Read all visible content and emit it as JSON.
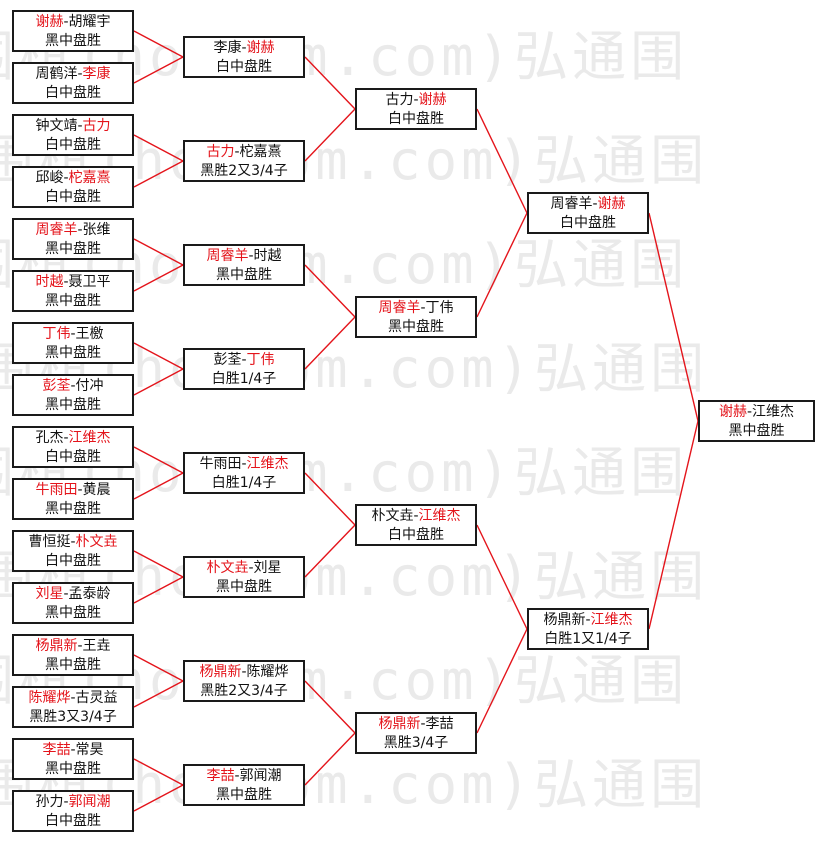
{
  "watermark": "围棋(hoetom.com)弘通围",
  "colors": {
    "winner": "#e4141b",
    "line": "#e4141b",
    "border": "#1a1a1a"
  },
  "rounds": [
    [
      {
        "p1": "谢赫",
        "p2": "胡耀宇",
        "w": 1,
        "result": "黑中盘胜"
      },
      {
        "p1": "周鹤洋",
        "p2": "李康",
        "w": 2,
        "result": "白中盘胜"
      },
      {
        "p1": "钟文靖",
        "p2": "古力",
        "w": 2,
        "result": "白中盘胜"
      },
      {
        "p1": "邱峻",
        "p2": "柁嘉熹",
        "w": 2,
        "result": "白中盘胜"
      },
      {
        "p1": "周睿羊",
        "p2": "张维",
        "w": 1,
        "result": "黑中盘胜"
      },
      {
        "p1": "时越",
        "p2": "聂卫平",
        "w": 1,
        "result": "黑中盘胜"
      },
      {
        "p1": "丁伟",
        "p2": "王檄",
        "w": 1,
        "result": "黑中盘胜"
      },
      {
        "p1": "彭荃",
        "p2": "付冲",
        "w": 1,
        "result": "黑中盘胜"
      },
      {
        "p1": "孔杰",
        "p2": "江维杰",
        "w": 2,
        "result": "白中盘胜"
      },
      {
        "p1": "牛雨田",
        "p2": "黄晨",
        "w": 1,
        "result": "黑中盘胜"
      },
      {
        "p1": "曹恒挺",
        "p2": "朴文垚",
        "w": 2,
        "result": "白中盘胜"
      },
      {
        "p1": "刘星",
        "p2": "孟泰龄",
        "w": 1,
        "result": "黑中盘胜"
      },
      {
        "p1": "杨鼎新",
        "p2": "王垚",
        "w": 1,
        "result": "黑中盘胜"
      },
      {
        "p1": "陈耀烨",
        "p2": "古灵益",
        "w": 1,
        "result": "黑胜3又3/4子"
      },
      {
        "p1": "李喆",
        "p2": "常昊",
        "w": 1,
        "result": "黑中盘胜"
      },
      {
        "p1": "孙力",
        "p2": "郭闻潮",
        "w": 2,
        "result": "白中盘胜"
      }
    ],
    [
      {
        "p1": "李康",
        "p2": "谢赫",
        "w": 2,
        "result": "白中盘胜"
      },
      {
        "p1": "古力",
        "p2": "柁嘉熹",
        "w": 1,
        "result": "黑胜2又3/4子"
      },
      {
        "p1": "周睿羊",
        "p2": "时越",
        "w": 1,
        "result": "黑中盘胜"
      },
      {
        "p1": "彭荃",
        "p2": "丁伟",
        "w": 2,
        "result": "白胜1/4子"
      },
      {
        "p1": "牛雨田",
        "p2": "江维杰",
        "w": 2,
        "result": "白胜1/4子"
      },
      {
        "p1": "朴文垚",
        "p2": "刘星",
        "w": 1,
        "result": "黑中盘胜"
      },
      {
        "p1": "杨鼎新",
        "p2": "陈耀烨",
        "w": 1,
        "result": "黑胜2又3/4子"
      },
      {
        "p1": "李喆",
        "p2": "郭闻潮",
        "w": 1,
        "result": "黑中盘胜"
      }
    ],
    [
      {
        "p1": "古力",
        "p2": "谢赫",
        "w": 2,
        "result": "白中盘胜"
      },
      {
        "p1": "周睿羊",
        "p2": "丁伟",
        "w": 1,
        "result": "黑中盘胜"
      },
      {
        "p1": "朴文垚",
        "p2": "江维杰",
        "w": 2,
        "result": "白中盘胜"
      },
      {
        "p1": "杨鼎新",
        "p2": "李喆",
        "w": 1,
        "result": "黑胜3/4子"
      }
    ],
    [
      {
        "p1": "周睿羊",
        "p2": "谢赫",
        "w": 2,
        "result": "白中盘胜"
      },
      {
        "p1": "杨鼎新",
        "p2": "江维杰",
        "w": 2,
        "result": "白胜1又1/4子"
      }
    ],
    [
      {
        "p1": "谢赫",
        "p2": "江维杰",
        "w": 1,
        "result": "黑中盘胜"
      }
    ]
  ]
}
